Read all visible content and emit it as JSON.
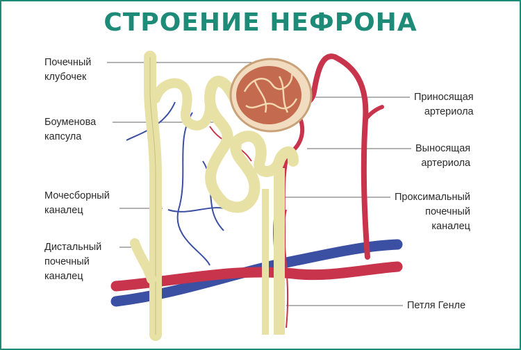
{
  "title": "СТРОЕНИЕ НЕФРОНА",
  "colors": {
    "accent": "#1e8a78",
    "tubule": "#e8e1a6",
    "artery": "#c8344c",
    "vein": "#3b4fa3",
    "glomerulus": "#b0604a"
  },
  "labels": {
    "glomerulus": [
      "Почечный",
      "клубочек"
    ],
    "bowman_capsule": [
      "Боуменова",
      "капсула"
    ],
    "collecting_duct": [
      "Мочесборный",
      "каналец"
    ],
    "distal_tubule": [
      "Дистальный",
      "почечный",
      "каналец"
    ],
    "afferent_arteriole": [
      "Приносящая",
      "артериола"
    ],
    "efferent_arteriole": [
      "Выносящая",
      "артериола"
    ],
    "proximal_tubule": [
      "Проксимальный",
      "почечный",
      "каналец"
    ],
    "loop_of_henle": [
      "Петля Генле"
    ]
  }
}
